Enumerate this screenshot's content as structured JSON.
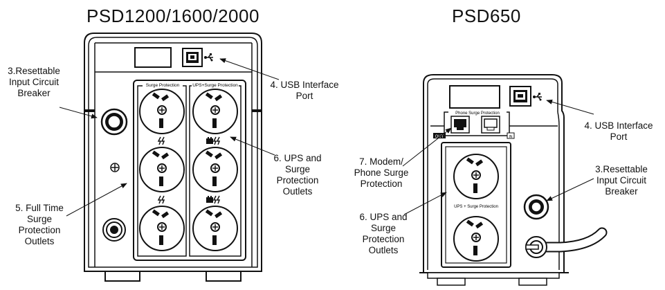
{
  "titles": {
    "left": "PSD1200/1600/2000",
    "right": "PSD650"
  },
  "left_unit": {
    "group_labels": [
      "Surge Protection",
      "UPS+Surge Protection"
    ],
    "callouts": {
      "breaker": [
        "3.Resettable",
        "Input Circuit",
        "Breaker"
      ],
      "usb": [
        "4. USB Interface",
        "Port"
      ],
      "ups_outlets": [
        "6. UPS and",
        "Surge",
        "Protection",
        "Outlets"
      ],
      "full_time": [
        "5. Full Time",
        "Surge",
        "Protection",
        "Outlets"
      ]
    }
  },
  "right_unit": {
    "phone_label": "Phone Surge Protection",
    "outlet_label": "UPS + Surge Protection",
    "port_marks": [
      "OUT",
      "IN"
    ],
    "callouts": {
      "usb": [
        "4. USB Interface",
        "Port"
      ],
      "breaker": [
        "3.Resettable",
        "Input Circuit",
        "Breaker"
      ],
      "modem": [
        "7. Modem/",
        "Phone Surge",
        "Protection"
      ],
      "ups_outlets": [
        "6. UPS and",
        "Surge",
        "Protection",
        "Outlets"
      ]
    }
  },
  "icons": {
    "usb": "usb-trident-icon",
    "outlet": "au-power-outlet-icon",
    "battery": "battery-icon",
    "surge": "lightning-icon",
    "breaker": "circuit-breaker-icon",
    "ground": "ground-screw-icon",
    "phone_jack": "rj11-jack-icon"
  },
  "colors": {
    "line": "#111111",
    "panel": "#ffffff",
    "shade": "#dcdcdc"
  }
}
